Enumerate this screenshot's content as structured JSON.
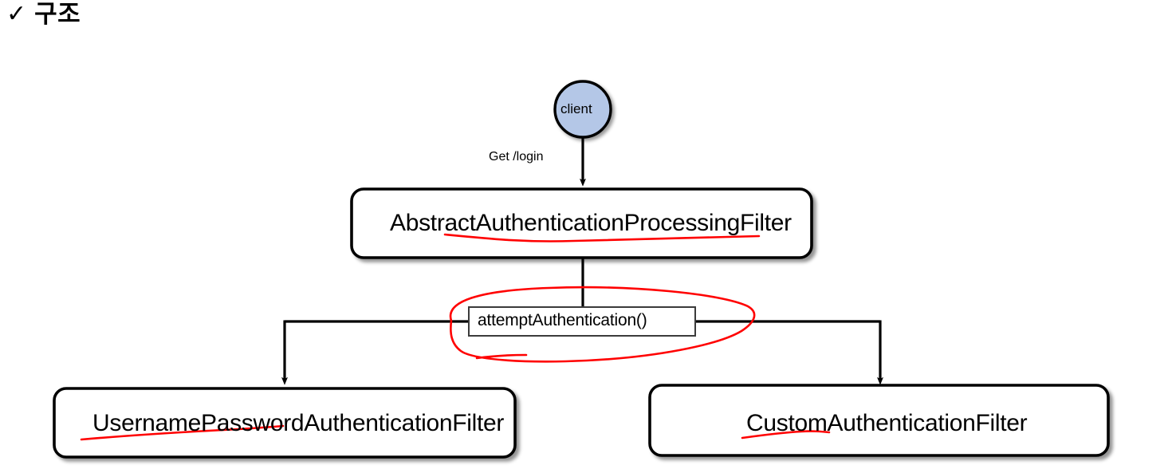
{
  "heading": {
    "check_icon": "✓",
    "text": "구조"
  },
  "diagram": {
    "type": "flowchart",
    "nodes": [
      {
        "id": "client",
        "label": "client",
        "shape": "circle",
        "fill": "#b4c7e7",
        "stroke": "#000000"
      },
      {
        "id": "abstract-filter",
        "label": "AbstractAuthenticationProcessingFilter",
        "shape": "rounded-rect",
        "fill": "#ffffff",
        "stroke": "#000000"
      },
      {
        "id": "attempt-authentication",
        "label": "attemptAuthentication()",
        "shape": "rect",
        "fill": "#ffffff",
        "stroke": "#000000"
      },
      {
        "id": "username-password-filter",
        "label": "UsernamePasswordAuthenticationFilter",
        "shape": "rounded-rect",
        "fill": "#ffffff",
        "stroke": "#000000"
      },
      {
        "id": "custom-filter",
        "label": "CustomAuthenticationFilter",
        "shape": "rounded-rect",
        "fill": "#ffffff",
        "stroke": "#000000"
      }
    ],
    "edges": [
      {
        "from": "client",
        "to": "abstract-filter",
        "label": "Get /login",
        "arrow": true
      },
      {
        "from": "abstract-filter",
        "to": "attempt-authentication",
        "label": "",
        "arrow": false
      },
      {
        "from": "attempt-authentication",
        "to": "username-password-filter",
        "label": "",
        "arrow": true
      },
      {
        "from": "attempt-authentication",
        "to": "custom-filter",
        "label": "",
        "arrow": true
      }
    ],
    "annotations": {
      "color": "#ff0000",
      "items": [
        {
          "id": "underline-abstract",
          "kind": "underline",
          "target": "abstract-filter"
        },
        {
          "id": "ellipse-attempt",
          "kind": "ellipse",
          "target": "attempt-authentication"
        },
        {
          "id": "underline-username",
          "kind": "underline",
          "target": "username-password-filter"
        },
        {
          "id": "underline-custom",
          "kind": "underline",
          "target": "custom-filter"
        }
      ]
    }
  }
}
